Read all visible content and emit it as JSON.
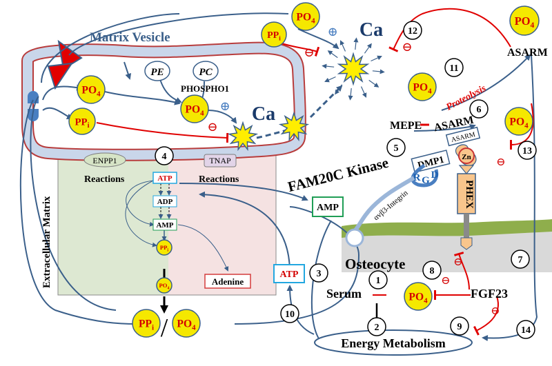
{
  "colors": {
    "arrow": "#3a5f8a",
    "inhibit": "#e00000",
    "circle_fill": "#f5e800",
    "circle_text": "#d40000",
    "membrane": "#c9d6ea",
    "membrane_border": "#b83c3c",
    "ecm_left": "#dde8d2",
    "ecm_right": "#f5e2e2",
    "cell_green": "#8fae4c",
    "cell_body": "#d9d9d9",
    "amp_box": "#1f9d55",
    "atp_box": "#22a7e0",
    "adenine_box": "#d43a3a",
    "phex_box": "#f8c58c"
  },
  "labels": {
    "matrix_vesicle": "Matrix Vesicle",
    "po4": "PO4",
    "ppi": "PPi",
    "ca": "Ca",
    "pe": "PE",
    "pc": "PC",
    "phospho1": "PHOSPHO1",
    "asarm": "ASARM",
    "proteolysis": "Proteolysis",
    "mepe": "MEPE",
    "fam20c": "FAM20C Kinase",
    "enpp1": "ENPP1",
    "tnap": "TNAP",
    "reactions_left": "Reactions",
    "reactions_right": "Reactions",
    "atp": "ATP",
    "adp": "ADP",
    "amp": "AMP",
    "adenine": "Adenine",
    "dmp1": "DMP1",
    "rgd_r": "R",
    "rgd_g": "G",
    "rgd_d": "D",
    "zn": "Zn",
    "phex": "PHEX",
    "integrin": "αvβ3-Integrin",
    "osteocyte": "Osteocyte",
    "extracellular_matrix": "Extracellular Matrix",
    "serum": "Serum",
    "fgf23": "FGF23",
    "energy_metabolism": "Energy Metabolism",
    "plus": "⊕",
    "minus": "⊖",
    "slash": "/"
  },
  "steps": [
    "1",
    "2",
    "3",
    "4",
    "5",
    "6",
    "7",
    "8",
    "9",
    "10",
    "11",
    "12",
    "13",
    "14"
  ]
}
